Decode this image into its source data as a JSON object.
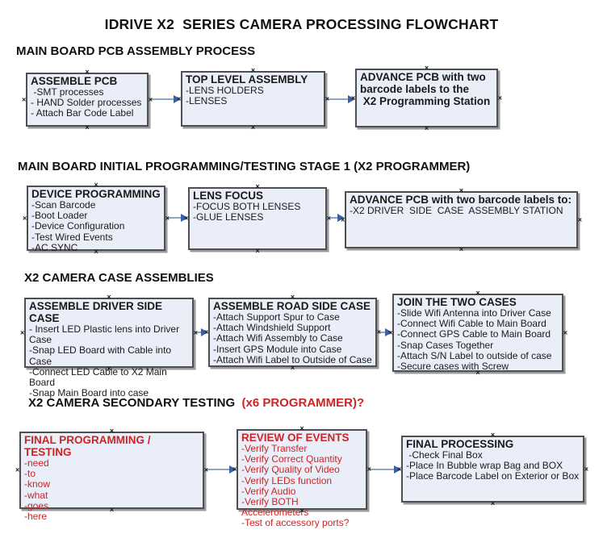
{
  "page_title": "IDRIVE X2  SERIES CAMERA PROCESSING FLOWCHART",
  "colors": {
    "box_fill": "#E9EEF8",
    "box_border": "#4F4F4F",
    "arrow_line": "#8EA4C2",
    "arrow_head": "#3B5FA6",
    "red_text": "#CC2525"
  },
  "sections": [
    {
      "header": "MAIN BOARD PCB ASSEMBLY PROCESS",
      "boxes": [
        {
          "title": "ASSEMBLE PCB",
          "items": [
            " -SMT processes",
            "- HAND Solder processes",
            "- Attach Bar Code Label"
          ]
        },
        {
          "title": "TOP LEVEL ASSEMBLY",
          "items": [
            "-LENS HOLDERS",
            "-LENSES"
          ]
        },
        {
          "title": "ADVANCE PCB with two\nbarcode labels to the\n X2 Programming Station",
          "items": []
        }
      ]
    },
    {
      "header": "MAIN BOARD INITIAL PROGRAMMING/TESTING STAGE 1 (X2 PROGRAMMER)",
      "boxes": [
        {
          "title": "DEVICE PROGRAMMING",
          "items": [
            "-Scan Barcode",
            "-Boot Loader",
            "-Device Configuration",
            "-Test Wired Events",
            "-AC SYNC"
          ]
        },
        {
          "title": "LENS FOCUS",
          "items": [
            "-FOCUS BOTH LENSES",
            "-GLUE LENSES"
          ]
        },
        {
          "title": "ADVANCE PCB with two barcode labels to:",
          "items": [
            "-X2 DRIVER  SIDE  CASE  ASSEMBLY STATION"
          ]
        }
      ]
    },
    {
      "header": "X2 CAMERA CASE ASSEMBLIES",
      "boxes": [
        {
          "title": "ASSEMBLE DRIVER SIDE CASE",
          "items": [
            "- Insert LED Plastic lens into Driver Case",
            "-Snap LED Board with Cable into Case",
            "-Connect LED Cable to X2 Main Board",
            "-Snap Main Board into case"
          ]
        },
        {
          "title": "ASSEMBLE ROAD SIDE CASE",
          "items": [
            "-Attach Support Spur to Case",
            "-Attach Windshield Support",
            "-Attach Wifi Assembly to Case",
            "-Insert GPS Module into Case",
            "-Attach Wifi Label to Outside of Case"
          ]
        },
        {
          "title": "JOIN THE TWO CASES",
          "items": [
            "-Slide Wifi Antenna into Driver Case",
            "-Connect Wifi Cable to Main Board",
            "-Connect GPS Cable to Main Board",
            "-Snap Cases Together",
            "-Attach S/N Label to outside of case",
            "-Secure cases with Screw"
          ]
        }
      ]
    },
    {
      "header": "X2 CAMERA SECONDARY TESTING  ",
      "header_red": "(x6 PROGRAMMER)?",
      "boxes": [
        {
          "title": "FINAL PROGRAMMING / TESTING",
          "items": [
            "-need",
            "-to",
            "-know",
            "-what",
            "-goes",
            "-here"
          ]
        },
        {
          "title": "REVIEW OF EVENTS",
          "items": [
            "-Verify Transfer",
            "-Verify Correct Quantity",
            "-Verify Quality of Video",
            "-Verify LEDs function",
            "-Verify Audio",
            "-Verify BOTH Accelerometers",
            "-Test of accessory ports?"
          ]
        },
        {
          "title": "FINAL PROCESSING",
          "items": [
            " -Check Final Box",
            "-Place In Bubble wrap Bag and BOX",
            "-Place Barcode Label on Exterior or Box"
          ]
        }
      ]
    }
  ]
}
